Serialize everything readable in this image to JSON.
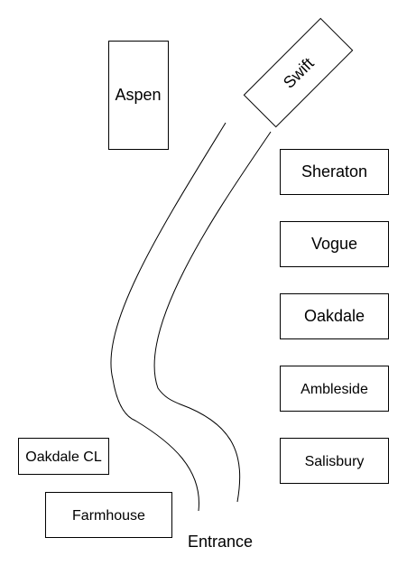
{
  "buildings": {
    "aspen": "Aspen",
    "swift": "Swift",
    "sheraton": "Sheraton",
    "vogue": "Vogue",
    "oakdale": "Oakdale",
    "ambleside": "Ambleside",
    "salisbury": "Salisbury",
    "oakdale_cl": "Oakdale CL",
    "farmhouse": "Farmhouse"
  },
  "road": {
    "entrance_label": "Entrance"
  },
  "colors": {
    "stroke": "#000000",
    "fill": "#ffffff",
    "text": "#000000"
  }
}
